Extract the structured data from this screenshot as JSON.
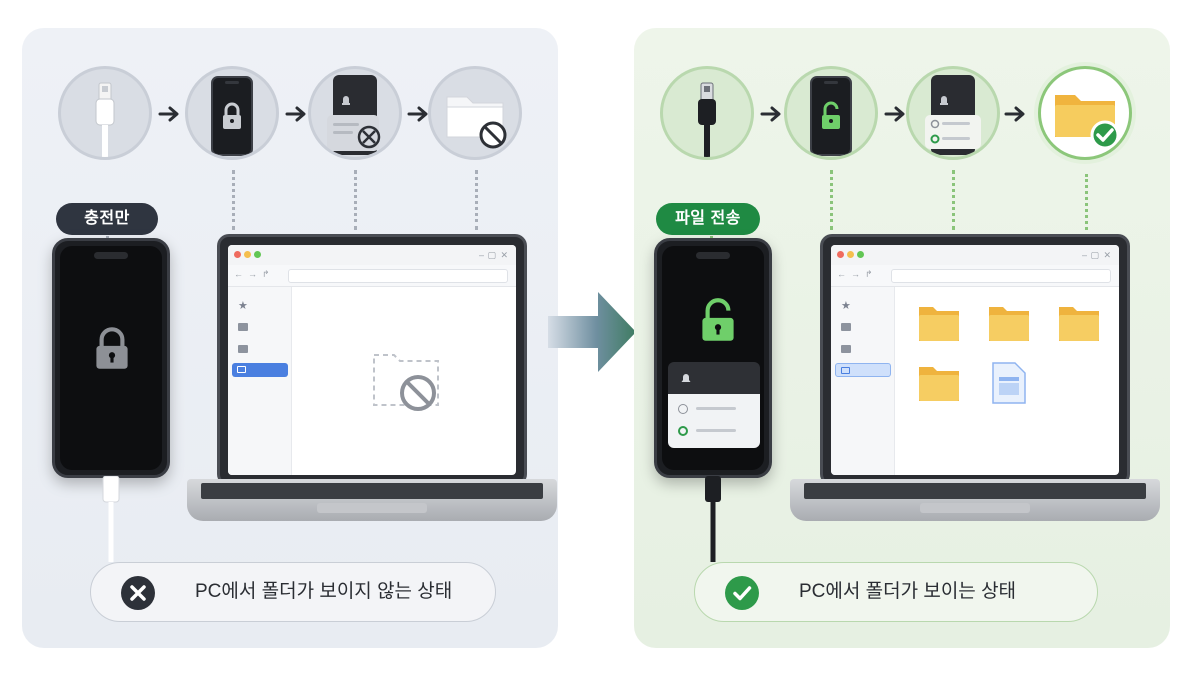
{
  "left_panel": {
    "badge": "충전만",
    "status": "PC에서 폴더가 보이지 않는 상태",
    "steps": [
      "usb-cable-icon",
      "locked-phone-icon",
      "notification-blocked-icon",
      "folder-blocked-icon"
    ]
  },
  "right_panel": {
    "badge": "파일 전송",
    "status": "PC에서 폴더가 보이는 상태",
    "steps": [
      "usb-cable-icon",
      "unlocked-phone-icon",
      "notification-options-icon",
      "folder-checked-icon"
    ]
  },
  "colors": {
    "left_bg": "#eef1f6",
    "right_bg": "#eef5ea",
    "charge_badge": "#2f3540",
    "transfer_badge": "#1f8a43",
    "success_green": "#2e9a4a",
    "folder_yellow": "#f4c95a",
    "blocked_gray": "#8d9199"
  }
}
